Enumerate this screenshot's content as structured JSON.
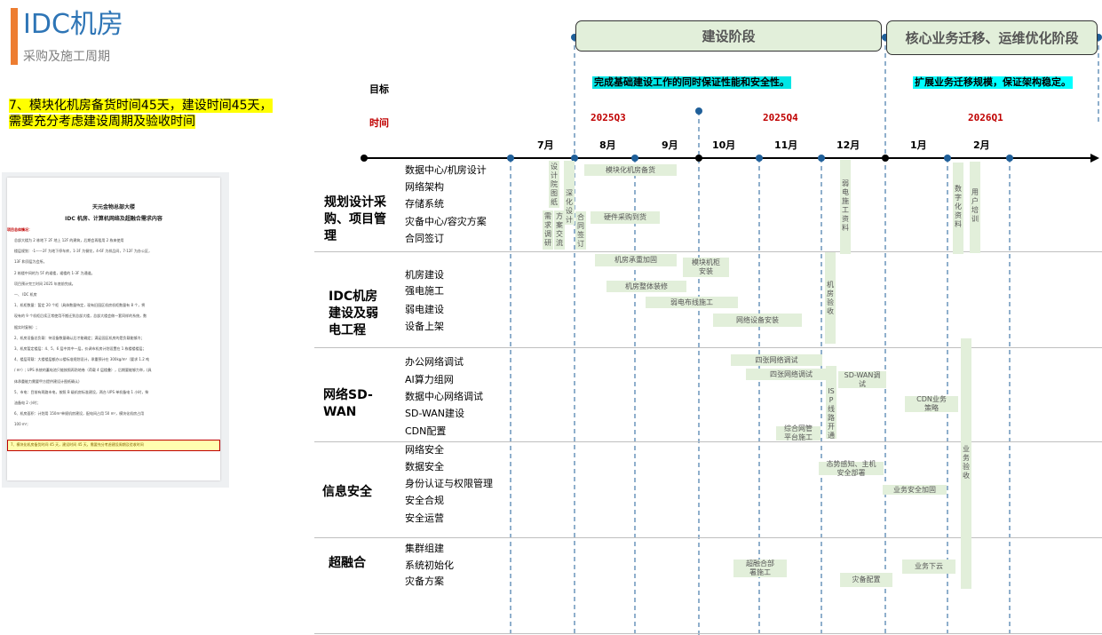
{
  "header": {
    "title": "IDC机房",
    "subtitle": "采购及施工周期",
    "note": "7、模块化机房备货时间45天，建设时间45天，需要充分考虑建设周期及验收时间"
  },
  "document": {
    "title1": "天元金物总部大楼",
    "title2": "IDC 机房、计算机网络及超融合需求内容",
    "section": "项目总体情况：",
    "lines": [
      "总部大楼为 2 栋地下 2F 地上 12F 的建筑，后期会再租用 2 栋来使用",
      "楼层规划：-1——2F 为地下停车库，1-3F 为餐饮，4-6F 为样品间，7-12F 为办公区，",
      "13F 和顶层为会所。",
      "2 栋楼中间的为 5F 的裙楼，裙楼的 1-3F 为通道。",
      "项目预计完工时间 2025 年底前完成。",
      "一、 IDC 机房",
      "1、机柜数量：暂定 20 个柜（具体数量待定，现有旧园区机房机柜数量有 8 个，将",
      "现有的 9 个机柜后续正常使用不搬迁到总部大楼，总部大楼会做一套同样的系统，数",
      "据实时复制）；",
      "2、机房设备总负载：待设备数量确认后才能确定；满足园区机房的是负载能够冷；",
      "3、机房暂定楼层：4、5、6 层中其中一层，价调市机房计划设置在 1 栋楼楼楼层；",
      "4、楼层荷载：大楼楼层额办公楼标准规划设计，承重预计在 300kg/m²（要求 1.2 吨",
      "/ m²）; UPS 系统的蓄电池只能按照再防地卷（荷载 4 层楼叠），后期要能够力举，(具",
      "体承重能力需要甲方提供建设计图纸确认)",
      "5、市电：目前有两路市电，按照 B 级机房标准建设，两台 UPS 单机备电 1 小时，柴",
      "油备电 2 小时；",
      "6、机房面积：计划用 150m²单规机房建设，配电间占用 50 m²，模块化机房占用",
      "100 m²;"
    ],
    "highlight": "7、模块化机房备货时间 45 天，建设时间 45 天，需要充分考虑建设周期及验收时间"
  },
  "phases": [
    {
      "label": "建设阶段"
    },
    {
      "label": "核心业务迁移、运维优化阶段"
    }
  ],
  "goals": {
    "label": "目标",
    "phase1": "完成基础建设工作的同时保证性能和安全性。",
    "phase2": "扩展业务迁移规模，保证架构稳定。"
  },
  "time": {
    "label": "时间",
    "quarters": [
      "2025Q3",
      "2025Q4",
      "2026Q1"
    ],
    "months": [
      "7月",
      "8月",
      "9月",
      "10月",
      "11月",
      "12月",
      "1月",
      "2月"
    ]
  },
  "categories": [
    {
      "label": "规划设计采购、项目管理",
      "items": [
        "数据中心/机房设计",
        "网络架构",
        "存储系统",
        "灾备中心/容灾方案",
        "合同签订"
      ]
    },
    {
      "label": "IDC机房建设及弱电工程",
      "items": [
        "机房建设",
        "强电施工",
        "弱电建设",
        "设备上架"
      ]
    },
    {
      "label": "网络SD-WAN",
      "items": [
        "办公网络调试",
        "AI算力组网",
        "数据中心网络调试",
        "SD-WAN建设",
        "CDN配置"
      ]
    },
    {
      "label": "信息安全",
      "items": [
        "网络安全",
        "数据安全",
        "身份认证与权限管理",
        "安全合规",
        "安全运营"
      ]
    },
    {
      "label": "超融合",
      "items": [
        "集群组建",
        "系统初始化",
        "灾备方案"
      ]
    }
  ],
  "tasks": {
    "h": [
      "模块化机房备货",
      "硬件采购到货",
      "机房承重加固",
      "模块机柜安装",
      "机房整体装修",
      "弱电布线施工",
      "网络设备安装",
      "四张网络调试",
      "四张网络调试",
      "SD-WAN调试",
      "CDN业务策略",
      "综合网管平台施工",
      "态势感知、主机安全部署",
      "业务安全加固",
      "超融合部署施工",
      "灾备配置",
      "业务下云"
    ],
    "v": [
      "设计院图纸",
      "需求调研",
      "方案交流",
      "深化设计",
      "合同签订",
      "弱电施工资料",
      "数字化资料",
      "用户培训",
      "机房验收",
      "ISP线路开通",
      "业务验收"
    ]
  },
  "colors": {
    "accent": "#ED7D31",
    "title": "#2E75B6",
    "bar_fill": "#E2EFDA",
    "quarter_text": "#C00000",
    "goal_highlight": "#00FFFF",
    "note_highlight": "#FFFF00",
    "gridline": "#1F5F99"
  }
}
